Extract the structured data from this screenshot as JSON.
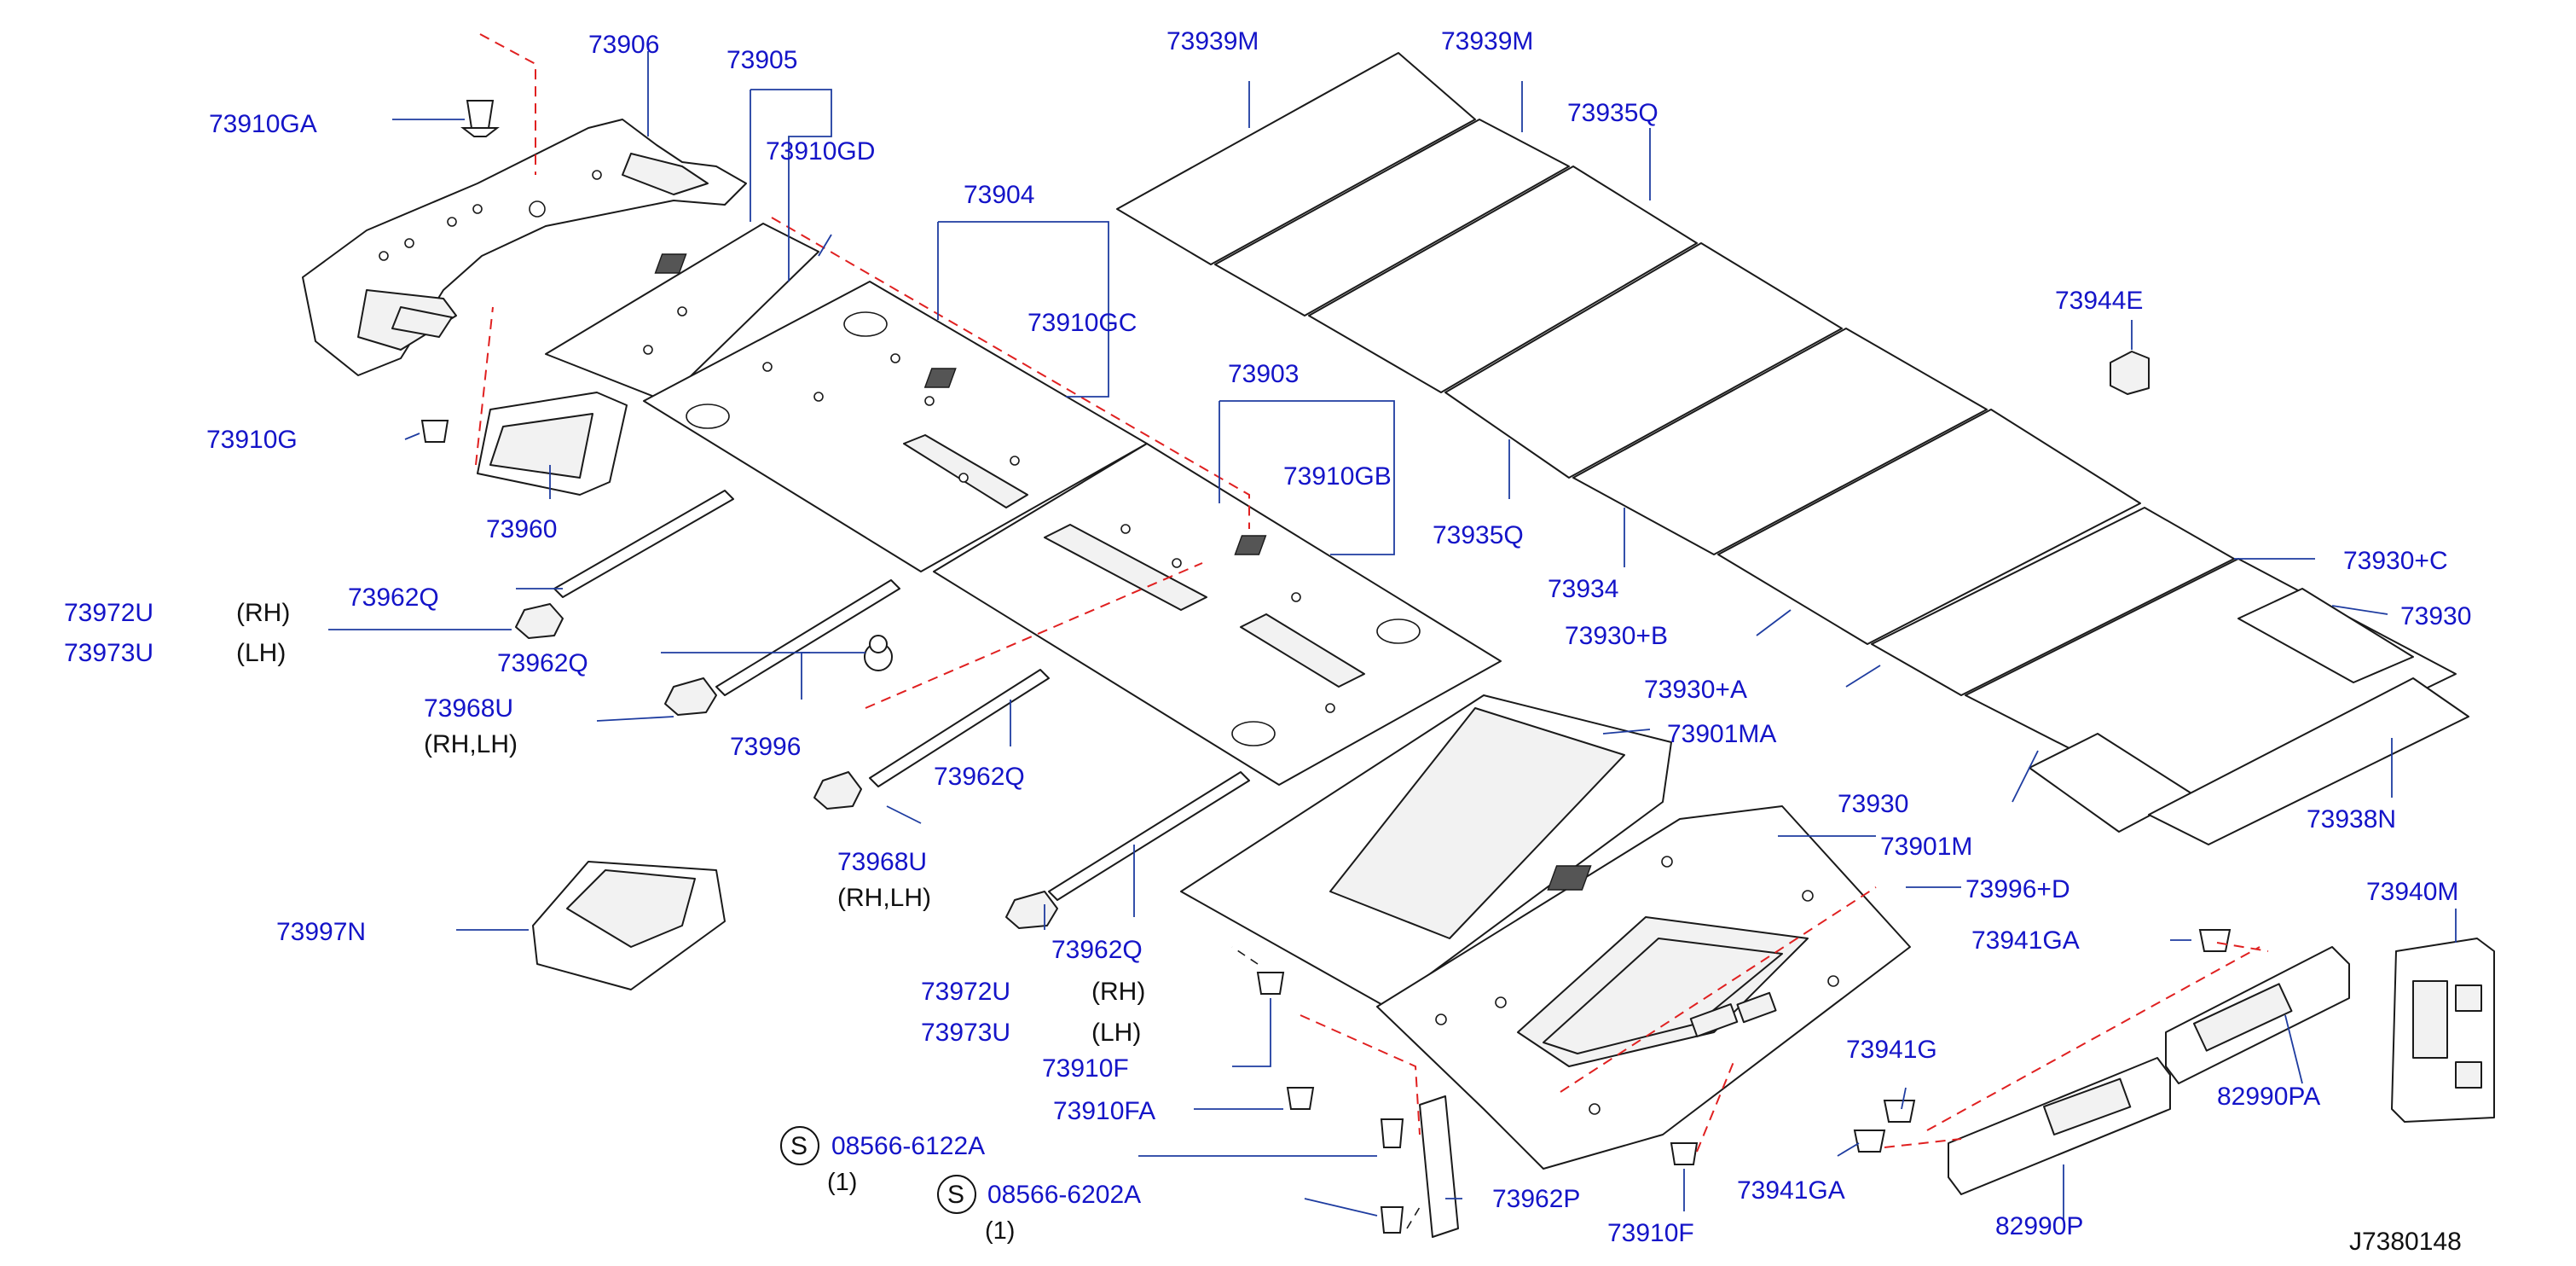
{
  "diagram_id": "J7380148",
  "symbol_s": "S",
  "parts": {
    "p73906": "73906",
    "p73905": "73905",
    "p73910GA": "73910GA",
    "p73910GD": "73910GD",
    "p73904": "73904",
    "p73910GC": "73910GC",
    "p73903": "73903",
    "p73910GB": "73910GB",
    "p73910G": "73910G",
    "p73960": "73960",
    "p73962Q_a": "73962Q",
    "p73962Q_b": "73962Q",
    "p73962Q_c": "73962Q",
    "p73962Q_d": "73962Q",
    "p73972U_a": "73972U",
    "p73973U_a": "73973U",
    "p73968U_a": "73968U",
    "p73968U_b": "73968U",
    "p73996": "73996",
    "p73972U_b": "73972U",
    "p73973U_b": "73973U",
    "p73997N": "73997N",
    "p73910F_a": "73910F",
    "p73910FA": "73910FA",
    "p08566_6122A": "08566-6122A",
    "p08566_6202A": "08566-6202A",
    "p73962P": "73962P",
    "p73910F_b": "73910F",
    "p73939M_a": "73939M",
    "p73939M_b": "73939M",
    "p73935Q_a": "73935Q",
    "p73935Q_b": "73935Q",
    "p73944E": "73944E",
    "p73934": "73934",
    "p73930C": "73930+C",
    "p73930_a": "73930",
    "p73930B": "73930+B",
    "p73930A": "73930+A",
    "p73901MA": "73901MA",
    "p73930_b": "73930",
    "p73901M": "73901M",
    "p73938N": "73938N",
    "p73996D": "73996+D",
    "p73941GA_a": "73941GA",
    "p73941G": "73941G",
    "p73941GA_b": "73941GA",
    "p73940M": "73940M",
    "p82990PA": "82990PA",
    "p82990P": "82990P"
  },
  "notes": {
    "rh_a": "(RH)",
    "lh_a": "(LH)",
    "rhlh_a": "(RH,LH)",
    "rhlh_b": "(RH,LH)",
    "rh_b": "(RH)",
    "lh_b": "(LH)",
    "qty_a": "(1)",
    "qty_b": "(1)"
  },
  "colors": {
    "label": "#1414c8",
    "leader": "#1e3ca0",
    "phantom": "#e02020"
  }
}
